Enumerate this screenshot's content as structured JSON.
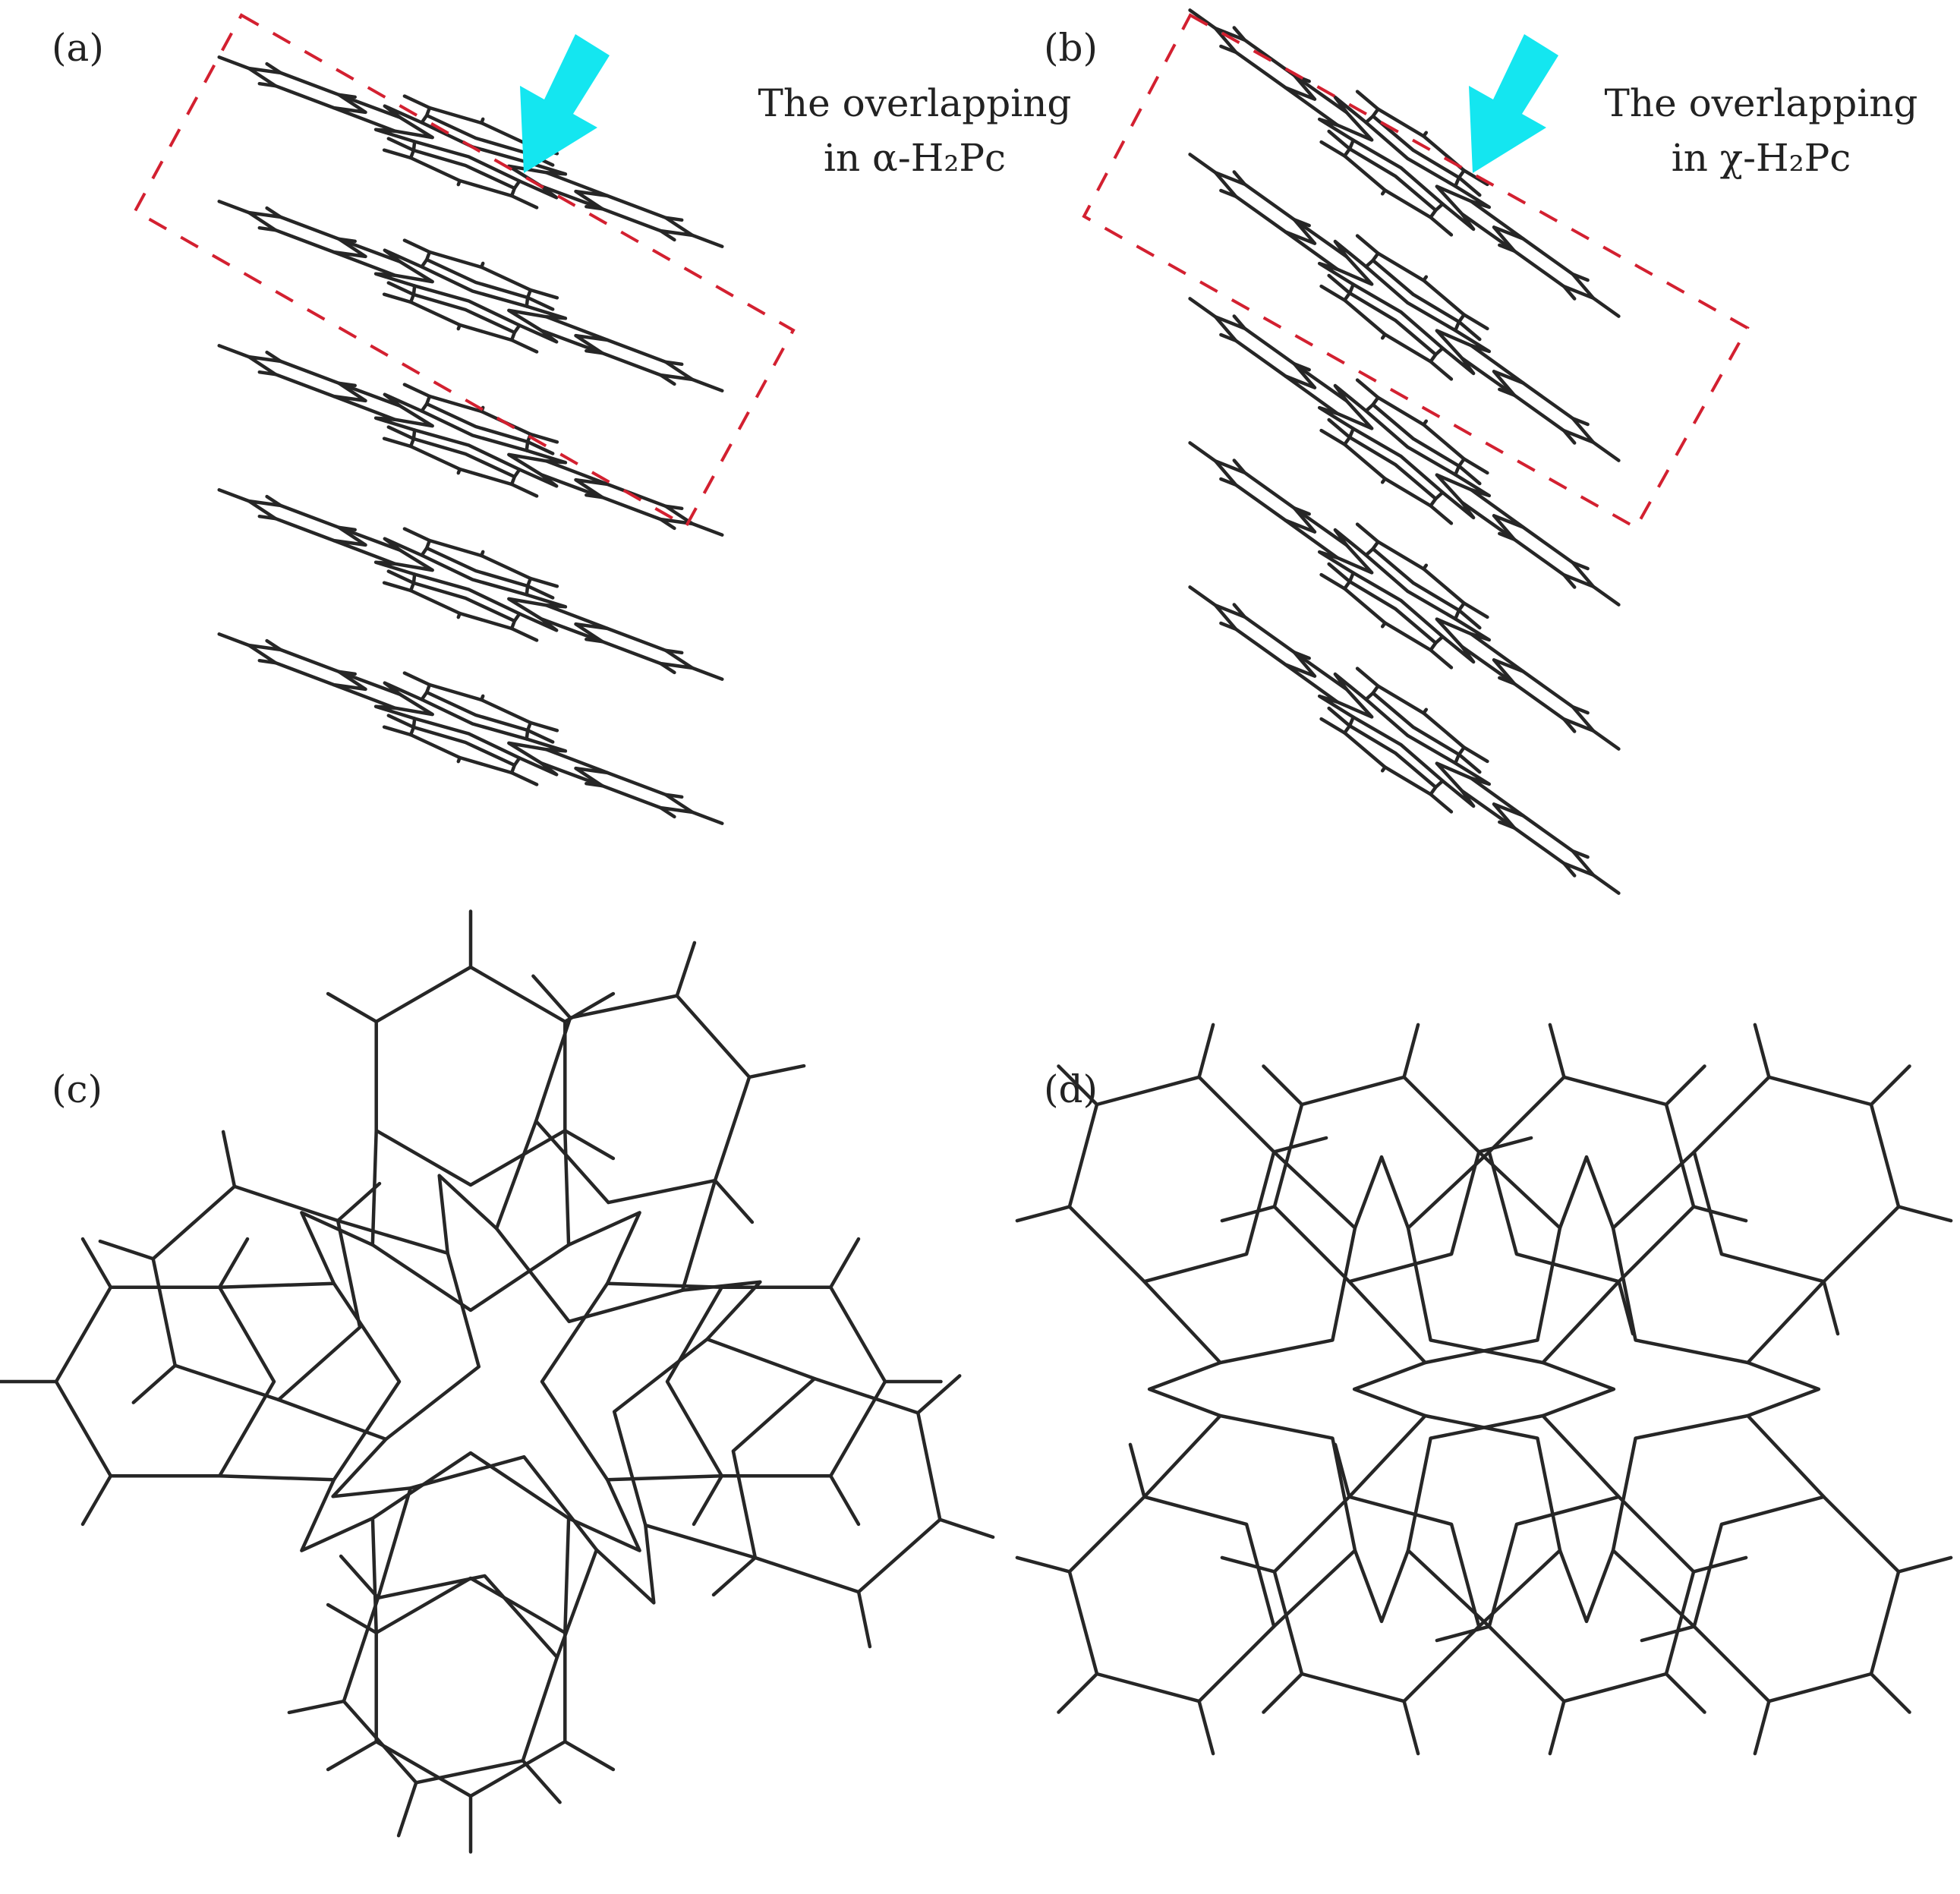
{
  "colors": {
    "molecule": "#262626",
    "box": "#d32030",
    "arrow": "#14e6f0",
    "text": "#222222"
  },
  "panels": {
    "a": {
      "label": "(a)",
      "annotation_line1": "The overlapping",
      "annotation_line2": "in α-H₂Pc",
      "stack_count": 5
    },
    "b": {
      "label": "(b)",
      "annotation_line1": "The overlapping",
      "annotation_line2": "in χ-H₂Pc",
      "stack_count": 5
    },
    "c": {
      "label": "(c)",
      "overlap": "rotated"
    },
    "d": {
      "label": "(d)",
      "overlap": "eclipsed"
    }
  },
  "icons": {
    "arrow": "down-left-arrow-icon"
  }
}
